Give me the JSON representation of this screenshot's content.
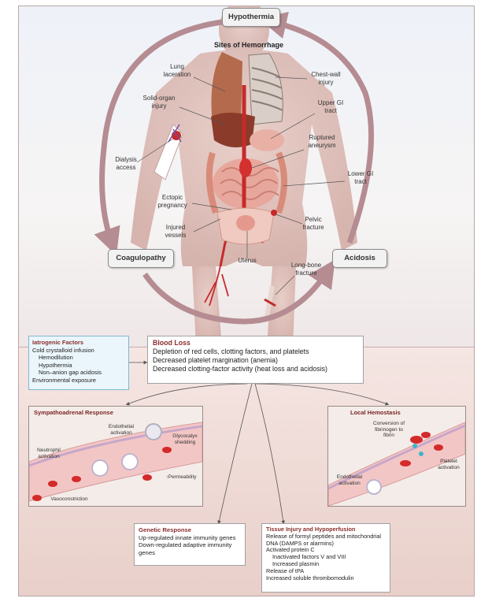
{
  "top": {
    "title": "Sites of Hemorrhage",
    "states": {
      "hypothermia": "Hypothermia",
      "coagulopathy": "Coagulopathy",
      "acidosis": "Acidosis"
    },
    "sites": {
      "lung": "Lung laceration",
      "chest": "Chest-wall injury",
      "solid": "Solid-organ injury",
      "upper_gi": "Upper GI tract",
      "dialysis": "Dialysis access",
      "aneurysm": "Ruptured aneurysm",
      "lower_gi": "Lower GI tract",
      "ectopic": "Ectopic pregnancy",
      "vessels": "Injured vessels",
      "pelvic": "Pelvic fracture",
      "uterus": "Uterus",
      "longbone": "Long-bone fracture"
    }
  },
  "iatrogenic": {
    "title": "Iatrogenic Factors",
    "lines": [
      "Cold crystalloid infusion",
      "Hemodilution",
      "Hypothermia",
      "Non–anion gap acidosis",
      "Environmental exposure"
    ]
  },
  "blood_loss": {
    "title": "Blood Loss",
    "lines": [
      "Depletion of red cells, clotting factors, and platelets",
      "Decreased platelet margination (anemia)",
      "Decreased clotting-factor activity (heat loss and acidosis)"
    ]
  },
  "sympathoadrenal": {
    "title": "Sympathoadrenal Response",
    "labels": {
      "endothelial": "Endothelial activation",
      "glycocalyx": "Glycocalyx shedding",
      "neutrophil": "Neutrophil activation",
      "permeability": "↑Permeability",
      "vasoconstriction": "Vasoconstriction"
    }
  },
  "hemostasis": {
    "title": "Local Hemostasis",
    "labels": {
      "conversion": "Conversion of fibrinogen to fibrin",
      "platelet": "Platelet activation",
      "endothelial": "Endothelial activation"
    }
  },
  "genetic": {
    "title": "Genetic Response",
    "lines": [
      "Up-regulated innate immunity genes",
      "Down-regulated adaptive immunity genes"
    ]
  },
  "tissue": {
    "title": "Tissue Injury and Hypoperfusion",
    "lines": [
      "Release of formyl peptides and mitochondrial DNA (DAMPS or alarmins)",
      "Activated protein C",
      "Inactivated factors V and VIII",
      "Increased plasmin",
      "Release of tPA",
      "Increased soluble thrombomodulin"
    ]
  },
  "colors": {
    "cycle": "#b58c92",
    "title_red": "#8a2d2d",
    "iatro_border": "#7fb7d1",
    "blood": "#d42a2a"
  }
}
